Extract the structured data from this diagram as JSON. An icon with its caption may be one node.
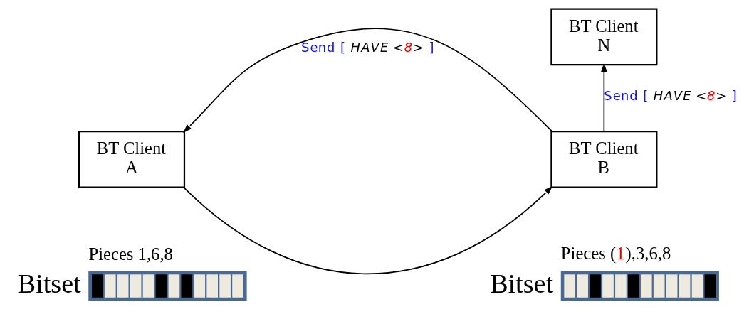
{
  "diagram": {
    "nodes": [
      {
        "text": [
          "BT Client N"
        ]
      },
      {
        "text": [
          "BT Client A"
        ]
      },
      {
        "text": [
          "BT Client B"
        ]
      }
    ],
    "edges": [
      {
        "from": 2,
        "to": 0,
        "arrow": "to",
        "label": "Send [ HAVE <8> ]"
      },
      {
        "from": 1,
        "to": 2,
        "arrow": "to"
      },
      {
        "from": 2,
        "to": 1,
        "arrow": "to",
        "label": "Send [ HAVE <8> ]"
      }
    ],
    "labels": [
      "Pieces 1,6,8",
      "Pieces (1),3,6,8",
      "Bitset",
      "Bitset"
    ]
  }
}
